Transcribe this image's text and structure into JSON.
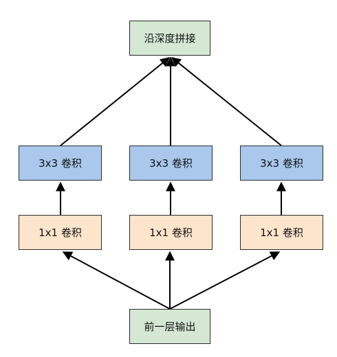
{
  "nodes": {
    "concat": "沿深度拼接",
    "input": "前一层输出",
    "conv3_left": "3x3 卷积",
    "conv3_mid": "3x3 卷积",
    "conv3_right": "3x3 卷积",
    "conv1_left": "1x1 卷积",
    "conv1_mid": "1x1 卷积",
    "conv1_right": "1x1 卷积"
  },
  "colors": {
    "concat_fill": "#d5e8d4",
    "input_fill": "#d5e8d4",
    "conv3_fill": "#a9c8ec",
    "conv1_fill": "#fde5cc",
    "stroke": "#2b2b2b",
    "edge": "#000000"
  }
}
